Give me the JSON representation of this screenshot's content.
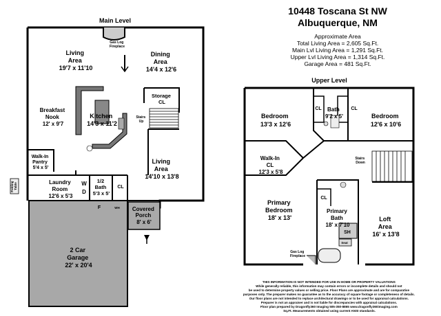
{
  "address": {
    "line1": "10448 Toscana St NW",
    "line2": "Albuquerque, NM"
  },
  "area": {
    "title": "Approximate Area",
    "lines": [
      "Total Living Area = 2,605 Sq.Ft.",
      "Main Lvl Living Area = 1,291 Sq.Ft.",
      "Upper Lvl Living Area = 1,314 Sq.Ft.",
      "Garage Area = 481 Sq.Ft."
    ]
  },
  "levels": {
    "main": "Main Level",
    "upper": "Upper Level"
  },
  "main_rooms": {
    "living1": {
      "name": "Living\nArea",
      "dims": "19'7 x 11'10"
    },
    "dining": {
      "name": "Dining\nArea",
      "dims": "14'4 x 12'6"
    },
    "gas_log": "Gas Log\nFireplace",
    "storage": {
      "name": "Storage",
      "sub": "CL"
    },
    "breakfast": {
      "name": "Breakfast\nNook",
      "dims": "12' x 9'7"
    },
    "kitchen": {
      "name": "Kitchen",
      "dims": "14'3 x 11'2"
    },
    "stairs_up": "Stairs\nUp",
    "pantry": {
      "name": "Walk-In\nPantry",
      "dims": "5'4 x 5'"
    },
    "living2": {
      "name": "Living\nArea",
      "dims": "14'10 x 13'8"
    },
    "laundry": {
      "name": "Laundry\nRoom",
      "dims": "12'6 x 5'3"
    },
    "folding": "Folding\nTable",
    "washer": "W",
    "dryer": "D",
    "half_bath": {
      "name": "1/2\nBath",
      "dims": "5'3 x 5'"
    },
    "cl": "CL",
    "furnace": "F",
    "water_heater": "WH",
    "porch": {
      "name": "Covered\nPorch",
      "dims": "8' x 6'"
    },
    "garage": {
      "name": "2 Car\nGarage",
      "dims": "22' x 20'4"
    }
  },
  "upper_rooms": {
    "bedroom1": {
      "name": "Bedroom",
      "dims": "13'3 x 12'6"
    },
    "bath": {
      "name": "Bath",
      "dims": "9'2 x 5'"
    },
    "bedroom2": {
      "name": "Bedroom",
      "dims": "12'6 x 10'6"
    },
    "cl1": "CL",
    "cl2": "CL",
    "walkin": {
      "name": "Walk-In\nCL",
      "dims": "12'3 x 5'8"
    },
    "stairs_down": "Stairs\nDown",
    "primary_bed": {
      "name": "Primary\nBedroom",
      "dims": "18' x 13'"
    },
    "primary_bath": {
      "name": "Primary\nBath",
      "dims": "18' x 7'10"
    },
    "cl3": "CL",
    "sh": "SH",
    "seat": "Seat",
    "loft": {
      "name": "Loft\nArea",
      "dims": "16' x 13'8"
    },
    "gas_log": "Gas Log\nFireplace"
  },
  "disclaimer": [
    "THIS INFORMATION IS NOT INTENDED FOR USE IN HOME OR PROPERTY VALUATIONS",
    "While generally reliable, this information may contain errors or incomplete details and should not",
    "be used to determine property values or selling price. Floor Plans are approximate and are for comparative",
    "purposes only. The preparer makes no guarantee as to the accuracy of square footage or completeness of details.",
    "Our floor plans are not intended to replace architectural drawings or to be used for appraisal calculations.",
    "Preparer is not an appraiser and is not liable for discrepancies with appraisal calculations.",
    "Floor plan prepared by Dragonfly360 Imaging 505-350-8865  www.dragonfly360imaging.com",
    "Sq.Ft. Measurements obtained using current ANSI standards."
  ]
}
